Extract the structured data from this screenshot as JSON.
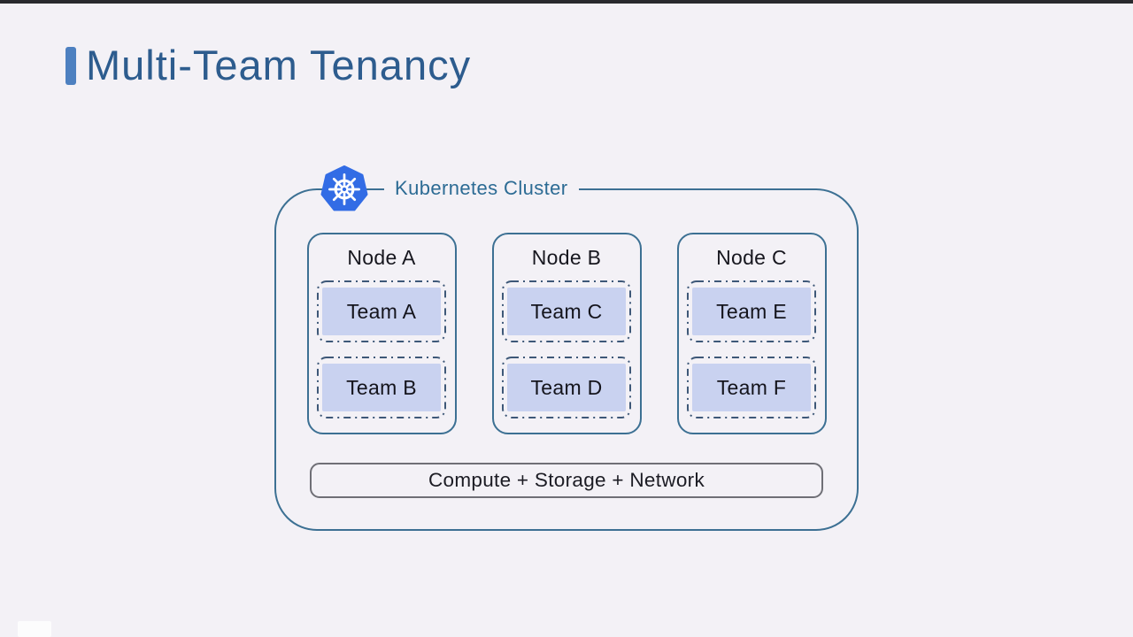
{
  "slide": {
    "title": "Multi-Team Tenancy"
  },
  "cluster": {
    "label": "Kubernetes Cluster",
    "icon": "kubernetes-helm-icon",
    "nodes": [
      {
        "name": "Node A",
        "teams": [
          "Team A",
          "Team B"
        ]
      },
      {
        "name": "Node B",
        "teams": [
          "Team C",
          "Team D"
        ]
      },
      {
        "name": "Node C",
        "teams": [
          "Team E",
          "Team F"
        ]
      }
    ],
    "infrastructure_label": "Compute + Storage + Network"
  },
  "colors": {
    "background": "#f3f1f6",
    "title_text": "#2d5c8e",
    "title_accent": "#4d80c0",
    "cluster_border": "#3c7093",
    "cluster_label_text": "#2c6b94",
    "kubernetes_blue": "#326ce5",
    "team_fill": "#c9d2f0",
    "team_dash_border": "#3e5878",
    "infrastructure_border": "#6f6f76",
    "dark_text": "#17171f"
  }
}
